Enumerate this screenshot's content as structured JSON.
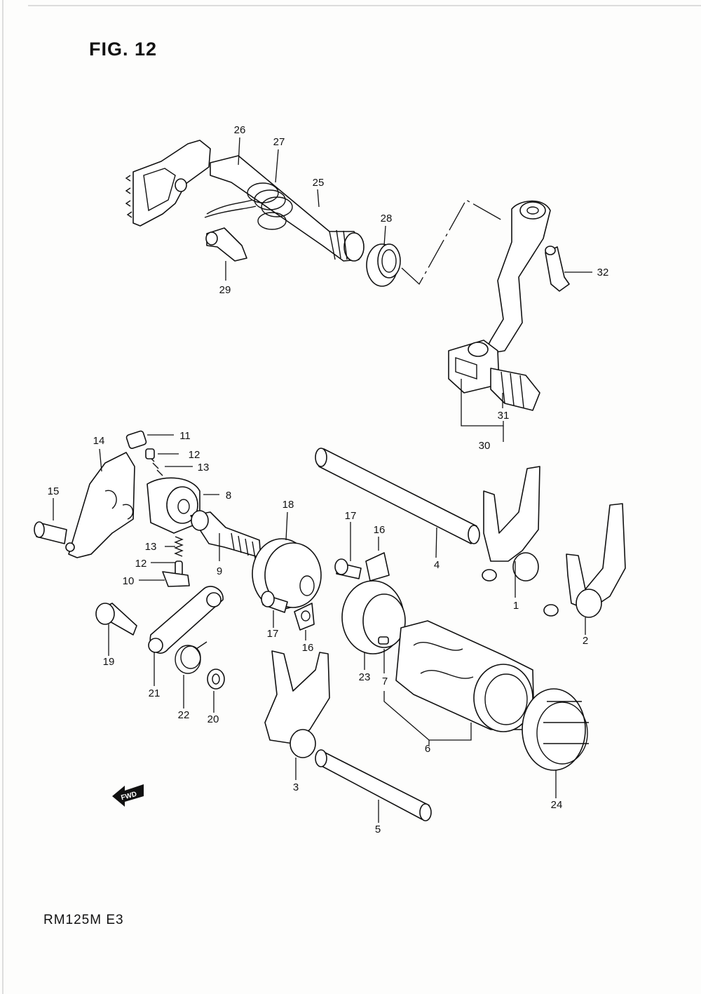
{
  "figure_title": "FIG. 12",
  "model_code": "RM125M E3",
  "direction_arrow": "FWD",
  "part_labels": {
    "p1": "1",
    "p2": "2",
    "p3": "3",
    "p4": "4",
    "p5": "5",
    "p6": "6",
    "p7": "7",
    "p8": "8",
    "p9": "9",
    "p10": "10",
    "p11": "11",
    "p12a": "12",
    "p12b": "12",
    "p13a": "13",
    "p13b": "13",
    "p14": "14",
    "p15": "15",
    "p16a": "16",
    "p16b": "16",
    "p17a": "17",
    "p17b": "17",
    "p18": "18",
    "p19": "19",
    "p20": "20",
    "p21": "21",
    "p22": "22",
    "p23": "23",
    "p24": "24",
    "p25": "25",
    "p26": "26",
    "p27": "27",
    "p28": "28",
    "p29": "29",
    "p30": "30",
    "p31": "31",
    "p32": "32"
  }
}
